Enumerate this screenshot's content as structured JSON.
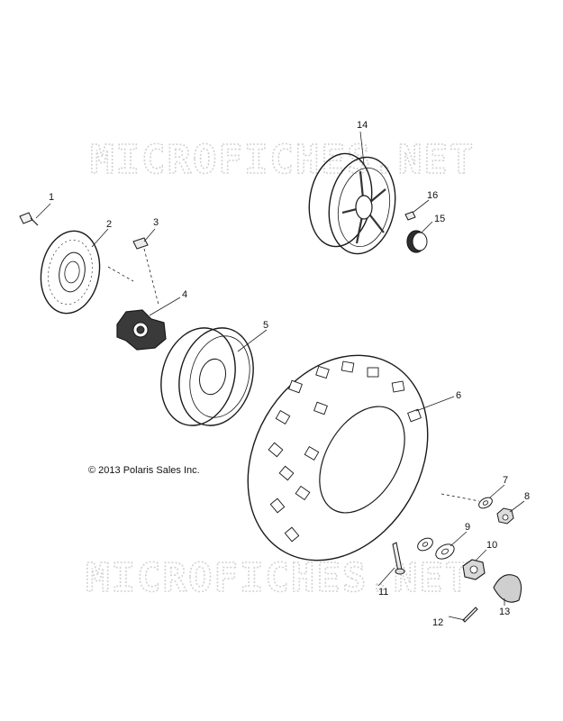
{
  "watermark": {
    "text": "MICROFICHES.NET"
  },
  "copyright": "© 2013 Polaris Sales Inc.",
  "callouts": [
    {
      "id": "1",
      "label": "1"
    },
    {
      "id": "2",
      "label": "2"
    },
    {
      "id": "3",
      "label": "3"
    },
    {
      "id": "4",
      "label": "4"
    },
    {
      "id": "5",
      "label": "5"
    },
    {
      "id": "6",
      "label": "6"
    },
    {
      "id": "7",
      "label": "7"
    },
    {
      "id": "8",
      "label": "8"
    },
    {
      "id": "9",
      "label": "9"
    },
    {
      "id": "10",
      "label": "10"
    },
    {
      "id": "11",
      "label": "11"
    },
    {
      "id": "12",
      "label": "12"
    },
    {
      "id": "13",
      "label": "13"
    },
    {
      "id": "14",
      "label": "14"
    },
    {
      "id": "15",
      "label": "15"
    },
    {
      "id": "16",
      "label": "16"
    }
  ],
  "colors": {
    "ink": "#1a1a1a",
    "watermark": "#d2d2d2",
    "background": "#ffffff"
  }
}
